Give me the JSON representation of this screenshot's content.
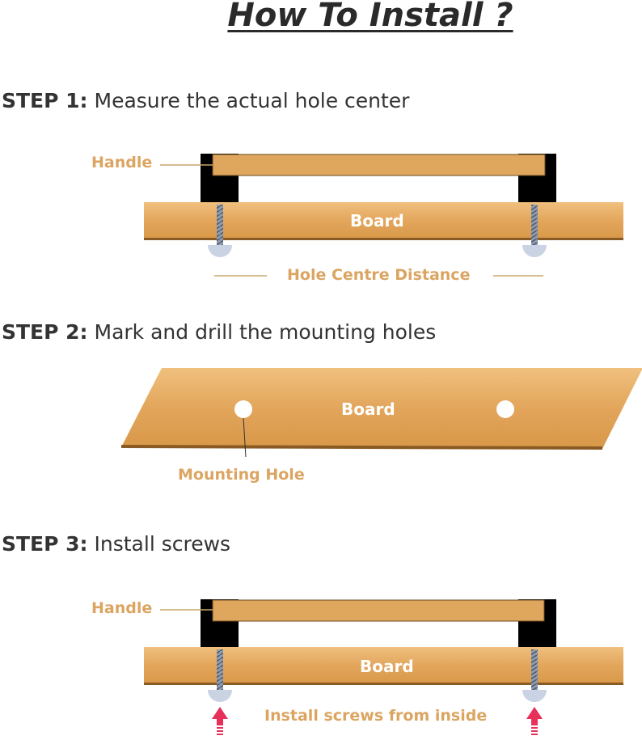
{
  "title": "How To Install ?",
  "steps": [
    {
      "label": "STEP 1:",
      "text": " Measure the actual hole center"
    },
    {
      "label": "STEP 2:",
      "text": " Mark and drill the mounting holes"
    },
    {
      "label": "STEP 3:",
      "text": " Install screws"
    }
  ],
  "labels": {
    "handle": "Handle",
    "board": "Board",
    "hole_distance": "Hole Centre Distance",
    "mounting_hole": "Mounting Hole",
    "install_note": "Install screws from inside"
  },
  "colors": {
    "wood": "#e3a65c",
    "label": "#dba561",
    "arrow": "#e8315a",
    "screw_head": "#c9d3e3"
  }
}
